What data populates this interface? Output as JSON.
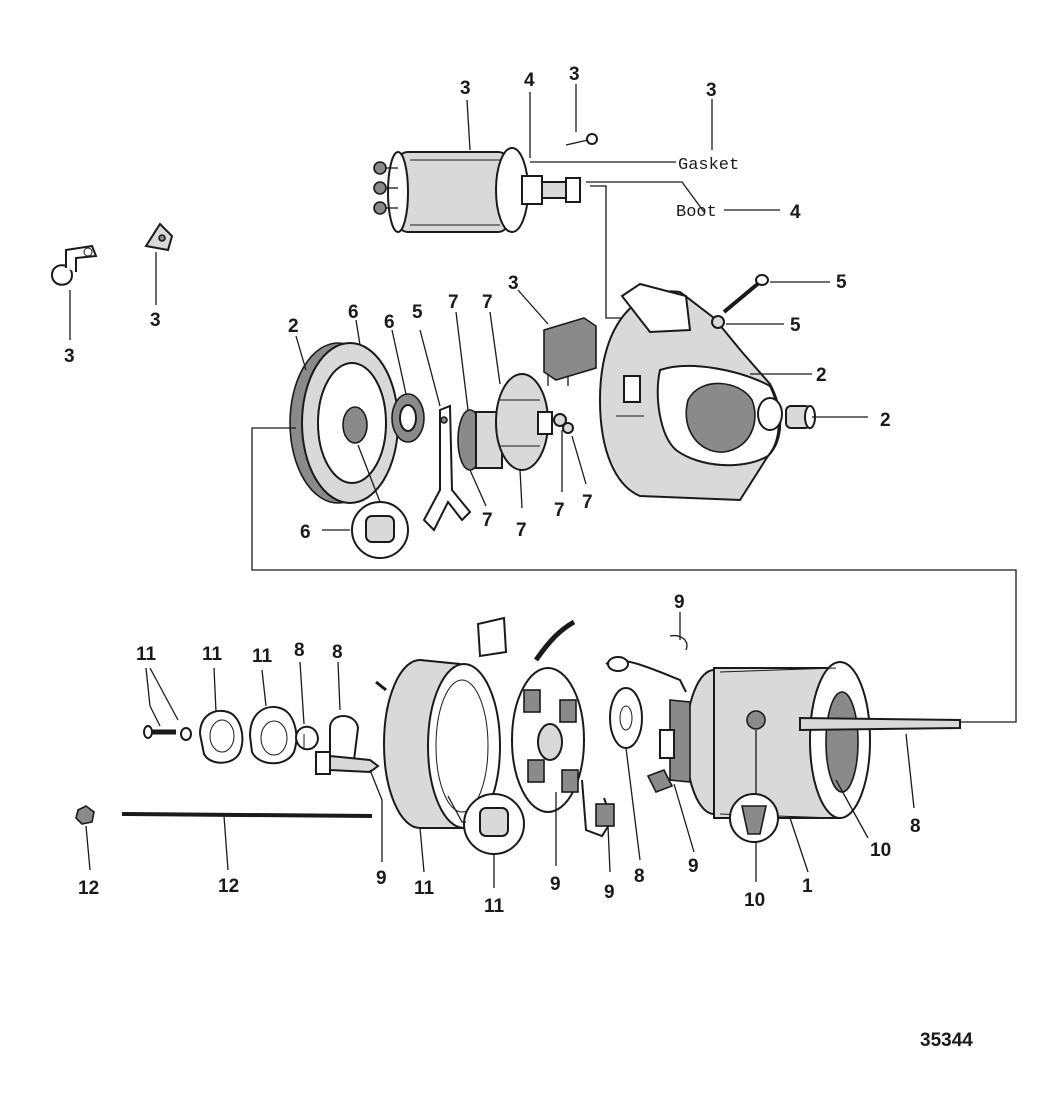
{
  "callouts": {
    "c_3_solenoid": "3",
    "c_4_solenoid": "4",
    "c_3_screw_top": "3",
    "c_3_gasket_top": "3",
    "gasket_label": "Gasket",
    "boot_label": "Boot",
    "c_4_boot": "4",
    "c_3_bracket": "3",
    "c_3_clip": "3",
    "c_5_bolt": "5",
    "c_5_nut": "5",
    "c_3_relay": "3",
    "c_2_plate": "2",
    "c_6_plate": "6",
    "c_6_seal": "6",
    "c_5_fork": "5",
    "c_7_a": "7",
    "c_7_b": "7",
    "c_2_housing": "2",
    "c_2_bushing": "2",
    "c_6_bushing": "6",
    "c_7_c": "7",
    "c_7_d": "7",
    "c_7_e": "7",
    "c_7_f": "7",
    "c_9_top": "9",
    "c_11_screws": "11",
    "c_11_a": "11",
    "c_11_b": "11",
    "c_8_a": "8",
    "c_8_b": "8",
    "c_8_armature": "8",
    "c_10_right": "10",
    "c_9_bolt": "9",
    "c_11_frame": "11",
    "c_9_brush": "9",
    "c_9_lead": "9",
    "c_8_washer": "8",
    "c_9_brushb": "9",
    "c_10_screw": "10",
    "c_1": "1",
    "c_12_nut": "12",
    "c_12_rod": "12",
    "c_11_bushing": "11"
  },
  "drawing_number": "35344"
}
